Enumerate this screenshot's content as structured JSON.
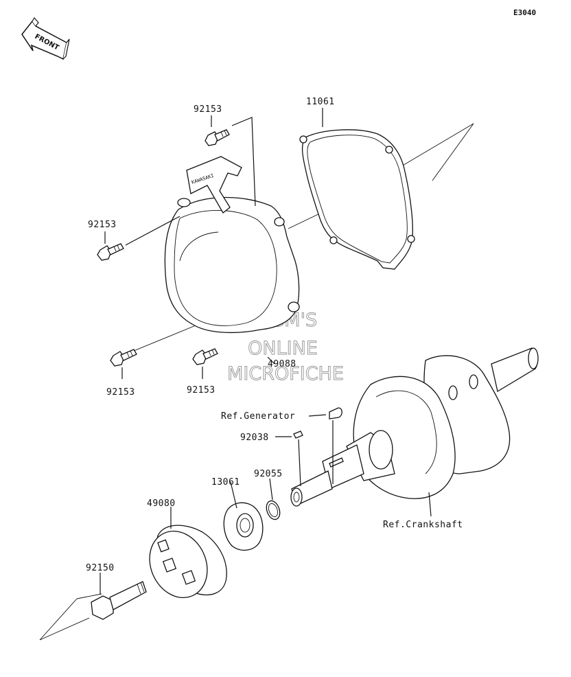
{
  "diagram_code": "E3040",
  "front_label": "FRONT",
  "watermark": [
    "HLSM'S",
    "ONLINE",
    "MICROFICHE"
  ],
  "cover_marking": "KAWASAKI",
  "callouts": {
    "bolt_top": "92153",
    "gasket": "11061",
    "bolt_left": "92153",
    "bolt_bottom_left": "92153",
    "bolt_bottom_right": "92153",
    "recoil_starter": "49088",
    "ref_generator": "Ref.Generator",
    "key": "92038",
    "o_ring": "92055",
    "hub": "13061",
    "pulley": "49080",
    "flange_bolt": "92150",
    "ref_crankshaft": "Ref.Crankshaft"
  }
}
